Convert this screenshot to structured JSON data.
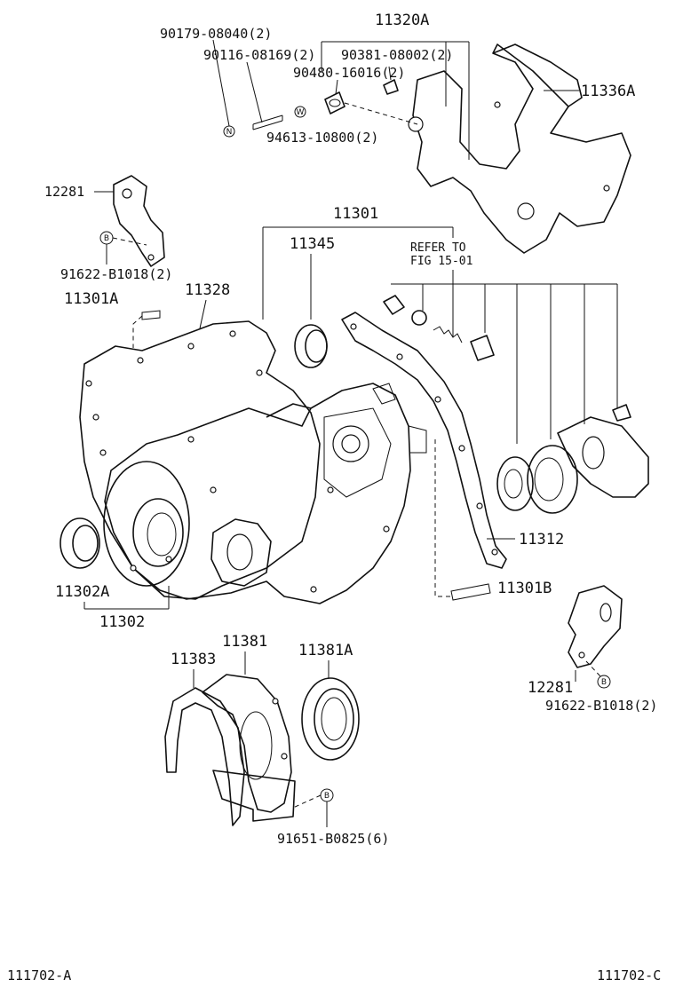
{
  "parts": {
    "p_90179": "90179-08040(2)",
    "p_11320A": "11320A",
    "p_90116": "90116-08169(2)",
    "p_90381": "90381-08002(2)",
    "p_90480": "90480-16016(2)",
    "p_11336A": "11336A",
    "p_94613": "94613-10800(2)",
    "p_12281_top": "12281",
    "p_91622_top": "91622-B1018(2)",
    "p_11301": "11301",
    "p_11345": "11345",
    "p_refer_1": "REFER TO",
    "p_refer_2": "FIG 15-01",
    "p_11301A": "11301A",
    "p_11328": "11328",
    "p_11312": "11312",
    "p_11301B": "11301B",
    "p_11302A": "11302A",
    "p_11302": "11302",
    "p_11383": "11383",
    "p_11381": "11381",
    "p_11381A": "11381A",
    "p_12281_bot": "12281",
    "p_91622_bot": "91622-B1018(2)",
    "p_91651": "91651-B0825(6)"
  },
  "markers": {
    "n": "N",
    "w": "W",
    "b": "B"
  },
  "footer": {
    "left_code": "111702-A",
    "right_code": "111702-C"
  }
}
